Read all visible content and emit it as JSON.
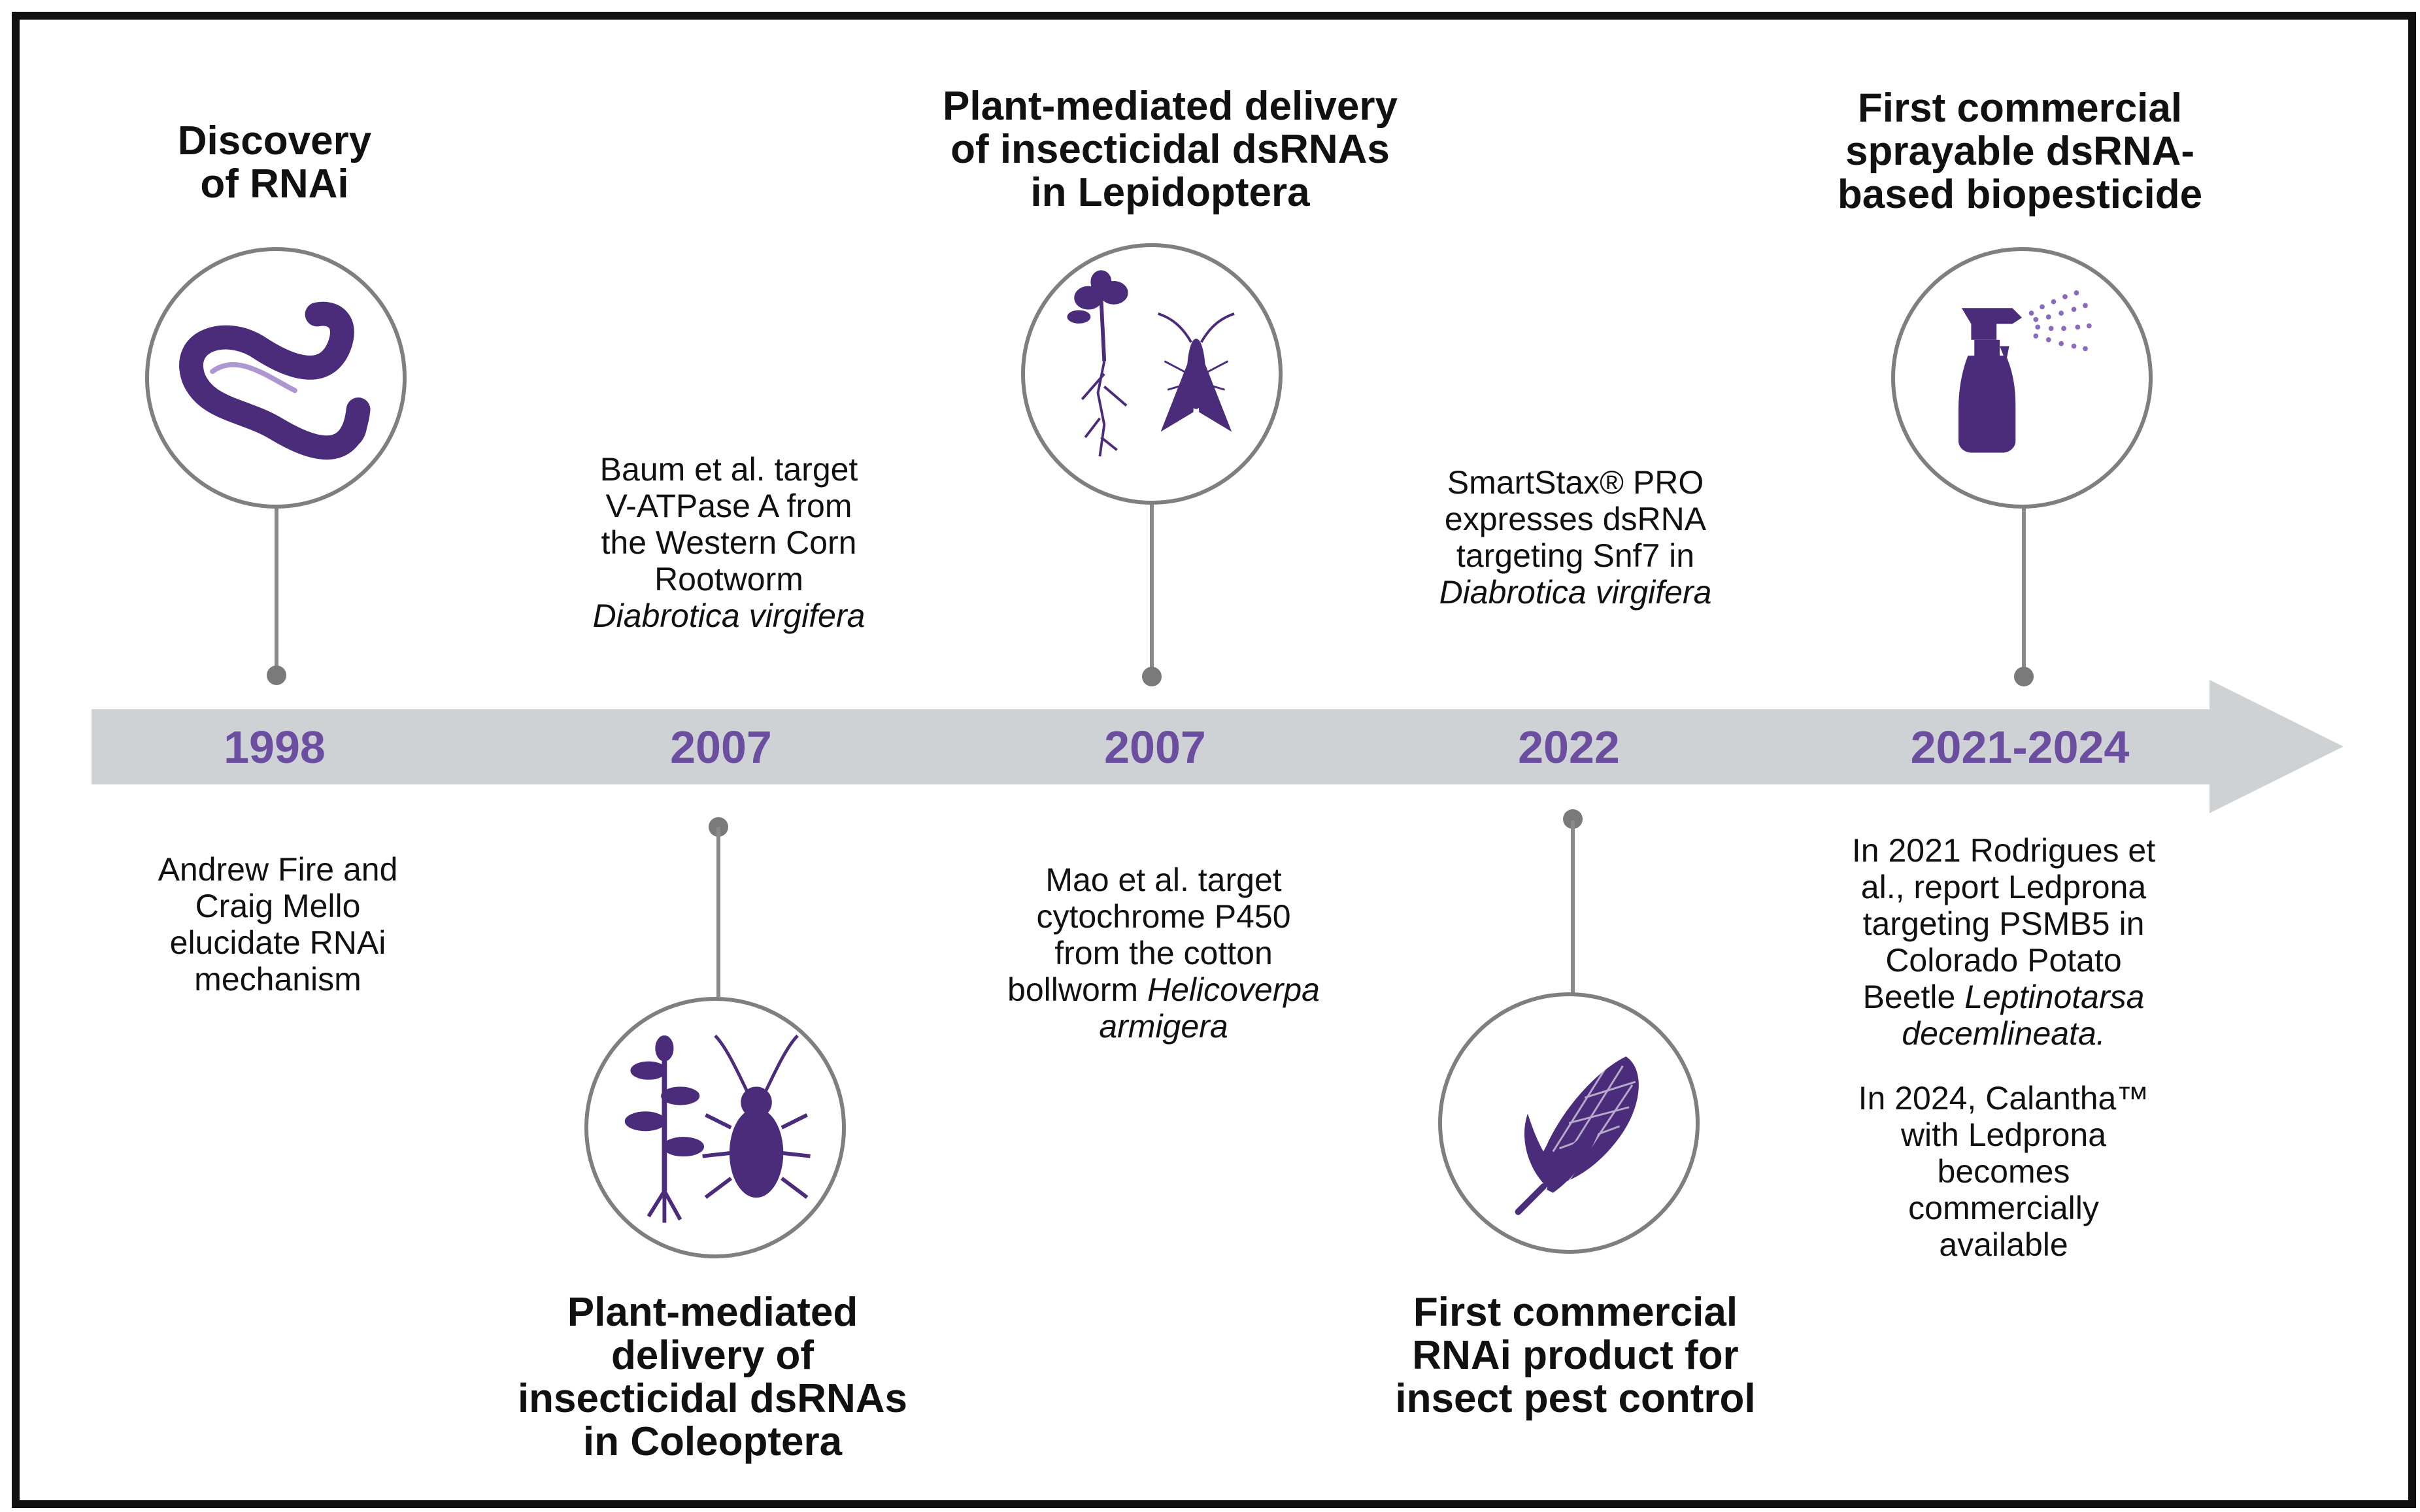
{
  "colors": {
    "accent": "#6b4ea0",
    "icon": "#4a2c7a",
    "arrow": "#cfd2d4",
    "stem": "#8a8a8a"
  },
  "events": [
    {
      "year": "1998",
      "title": [
        "Discovery",
        "of RNAi"
      ],
      "icon": "worm-icon",
      "desc": [
        "Andrew Fire and",
        "Craig Mello",
        "elucidate RNAi",
        "mechanism"
      ]
    },
    {
      "year": "2007",
      "title": [
        "Plant-mediated",
        "delivery of",
        "insecticidal dsRNAs",
        "in Coleoptera"
      ],
      "icon": "plant-beetle-icon",
      "desc": [
        "Baum et al. target",
        "V-ATPase A from",
        "the Western Corn",
        "Rootworm"
      ],
      "desc_italic": "Diabrotica virgifera"
    },
    {
      "year": "2007",
      "title": [
        "Plant-mediated delivery",
        "of insecticidal dsRNAs",
        "in Lepidoptera"
      ],
      "icon": "plant-moth-icon",
      "desc": [
        "Mao et al. target",
        "cytochrome P450",
        "from the cotton"
      ],
      "desc_mixed": {
        "plain": "bollworm ",
        "italic": "Helicoverpa"
      },
      "desc_italic": "armigera"
    },
    {
      "year": "2022",
      "title": [
        "First commercial",
        "RNAi product for",
        "insect pest control"
      ],
      "icon": "corn-icon",
      "desc": [
        "SmartStax® PRO",
        "expresses dsRNA",
        "targeting Snf7 in"
      ],
      "desc_italic": "Diabrotica virgifera"
    },
    {
      "year": "2021-2024",
      "title": [
        "First commercial",
        "sprayable dsRNA-",
        "based biopesticide"
      ],
      "icon": "spray-bottle-icon",
      "desc": [
        "In 2021 Rodrigues et",
        "al., report Ledprona",
        "targeting PSMB5 in",
        "Colorado Potato"
      ],
      "desc_mixed": {
        "plain": "Beetle ",
        "italic": "Leptinotarsa"
      },
      "desc_italic": "decemlineata.",
      "desc2": [
        "In 2024, Calantha™",
        "with Ledprona",
        "becomes",
        "commercially",
        "available"
      ]
    }
  ]
}
